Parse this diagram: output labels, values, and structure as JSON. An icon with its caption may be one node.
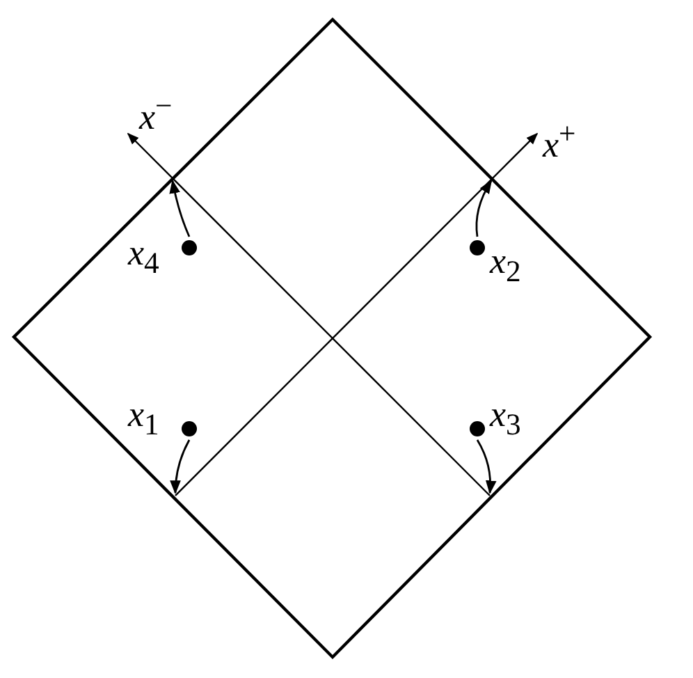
{
  "diagram": {
    "nodes": [
      {
        "text": [],
        "shape": "diamond"
      },
      {
        "text": [
          "*x*$_{4}$"
        ],
        "in": 0
      },
      {
        "text": [
          "*x*$_{2}$"
        ],
        "in": 0
      },
      {
        "text": [
          "*x*$_{1}$"
        ],
        "in": 0
      },
      {
        "text": [
          "*x*$_{3}$"
        ],
        "in": 0
      }
    ],
    "edges": [
      {
        "from": 1,
        "to": 0,
        "arrow": "to"
      },
      {
        "from": 2,
        "to": 0,
        "arrow": "to"
      },
      {
        "from": 3,
        "to": 0,
        "arrow": "to"
      },
      {
        "from": 4,
        "to": 0,
        "arrow": "to"
      }
    ],
    "labels": [
      "*x*$^{−}$",
      "*x*$^{+}$"
    ]
  }
}
